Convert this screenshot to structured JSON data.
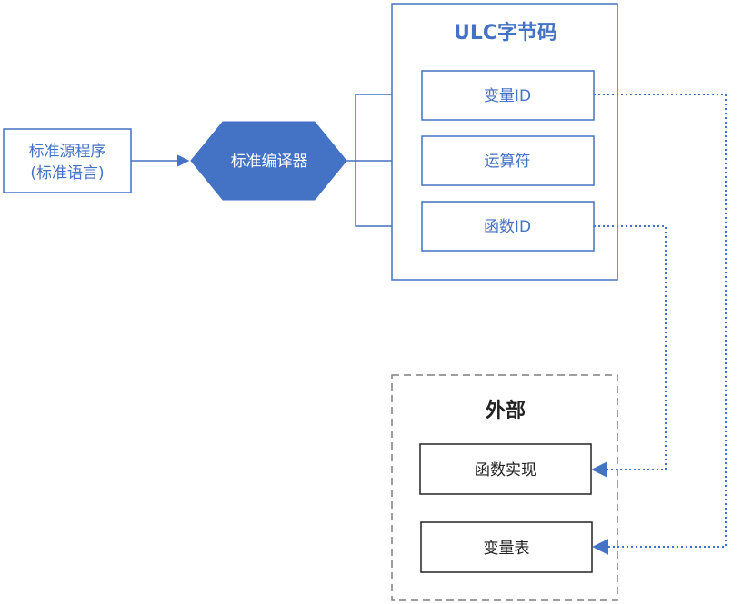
{
  "source": {
    "line1": "标准源程序",
    "line2": "(标准语言)"
  },
  "compiler": {
    "label": "标准编译器"
  },
  "bytecode": {
    "title": "ULC字节码",
    "items": [
      "变量ID",
      "运算符",
      "函数ID"
    ]
  },
  "external": {
    "title": "外部",
    "items": [
      "函数实现",
      "变量表"
    ]
  },
  "colors": {
    "accent": "#4472C4",
    "dark": "#222222",
    "dashed_border": "#7f7f7f"
  }
}
